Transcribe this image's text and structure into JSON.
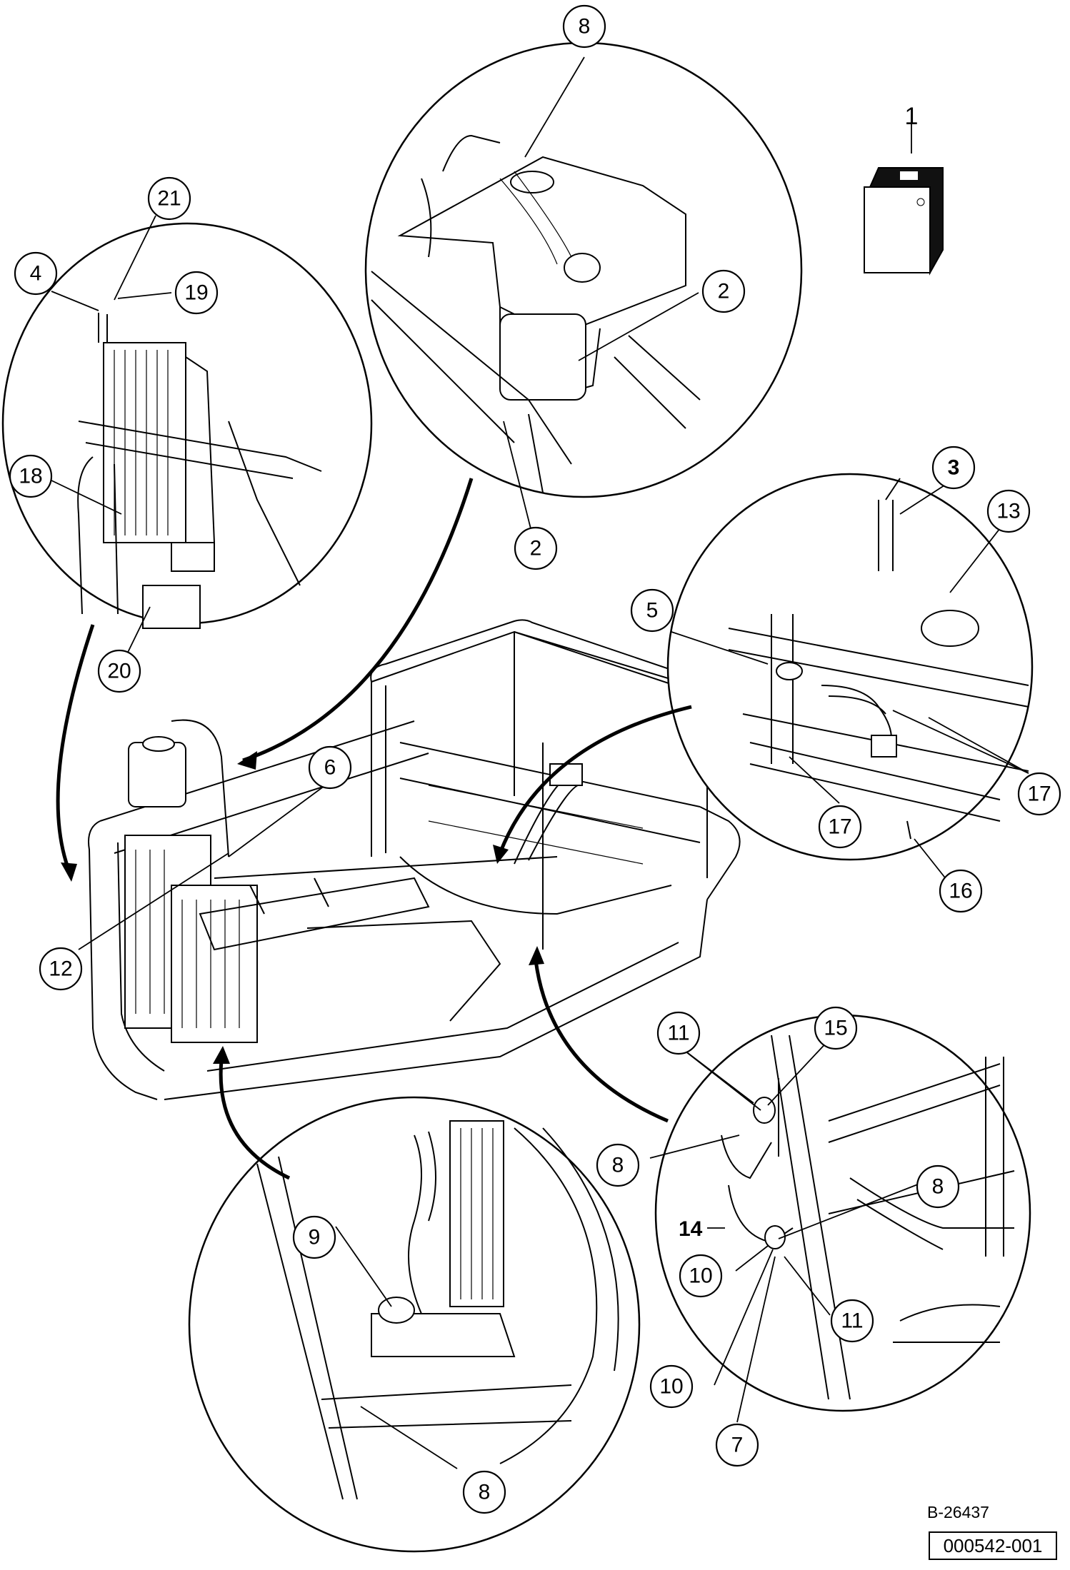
{
  "diagram": {
    "callouts": [
      {
        "id": "callout-8-top",
        "label": "8"
      },
      {
        "id": "callout-1",
        "label": "1"
      },
      {
        "id": "callout-21",
        "label": "21"
      },
      {
        "id": "callout-4",
        "label": "4"
      },
      {
        "id": "callout-19",
        "label": "19"
      },
      {
        "id": "callout-2-right",
        "label": "2"
      },
      {
        "id": "callout-18",
        "label": "18"
      },
      {
        "id": "callout-2-bottom",
        "label": "2"
      },
      {
        "id": "callout-3",
        "label": "3"
      },
      {
        "id": "callout-13",
        "label": "13"
      },
      {
        "id": "callout-5",
        "label": "5"
      },
      {
        "id": "callout-20",
        "label": "20"
      },
      {
        "id": "callout-6",
        "label": "6"
      },
      {
        "id": "callout-17-right",
        "label": "17"
      },
      {
        "id": "callout-17-left",
        "label": "17"
      },
      {
        "id": "callout-16",
        "label": "16"
      },
      {
        "id": "callout-12",
        "label": "12"
      },
      {
        "id": "callout-11-top",
        "label": "11"
      },
      {
        "id": "callout-15",
        "label": "15"
      },
      {
        "id": "callout-8-mid",
        "label": "8"
      },
      {
        "id": "callout-9",
        "label": "9"
      },
      {
        "id": "callout-8-right",
        "label": "8"
      },
      {
        "id": "callout-14",
        "label": "14"
      },
      {
        "id": "callout-10-a",
        "label": "10"
      },
      {
        "id": "callout-11-bottom",
        "label": "11"
      },
      {
        "id": "callout-10-b",
        "label": "10"
      },
      {
        "id": "callout-7",
        "label": "7"
      },
      {
        "id": "callout-8-bottom",
        "label": "8"
      }
    ],
    "drawing_number": "B-26437",
    "document_number": "000542-001"
  }
}
